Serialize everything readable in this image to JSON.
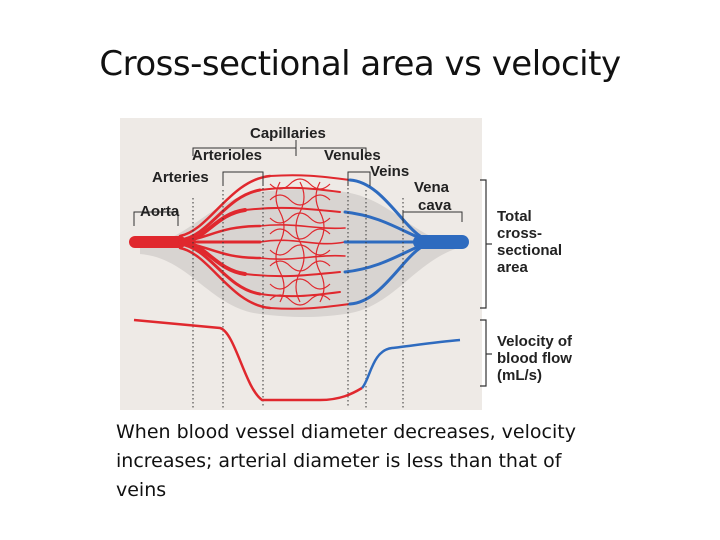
{
  "slide": {
    "title": "Cross-sectional area vs velocity",
    "caption": "When blood vessel diameter decreases, velocity increases; arterial diameter is less than that of veins"
  },
  "diagram": {
    "vessel_labels": {
      "capillaries": "Capillaries",
      "arterioles": "Arterioles",
      "venules": "Venules",
      "arteries": "Arteries",
      "veins": "Veins",
      "vena_cava_line1": "Vena",
      "vena_cava_line2": "cava",
      "aorta": "Aorta"
    },
    "side_labels": {
      "area_line1": "Total",
      "area_line2": "cross-",
      "area_line3": "sectional",
      "area_line4": "area",
      "velocity_line1": "Velocity of",
      "velocity_line2": "blood flow",
      "velocity_line3": "(mL/s)"
    },
    "colors": {
      "artery": "#e0282e",
      "vein": "#2e6bbf",
      "background": "#eeeae6",
      "shadow": "#c9c5c2"
    }
  }
}
